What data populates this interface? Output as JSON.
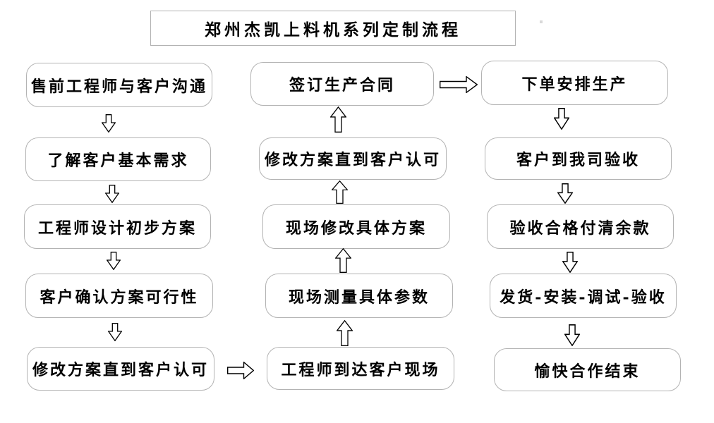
{
  "title": "郑州杰凯上料机系列定制流程",
  "flow": {
    "left_column": [
      "售前工程师与客户沟通",
      "了解客户基本需求",
      "工程师设计初步方案",
      "客户确认方案可行性",
      "修改方案直到客户认可"
    ],
    "middle_column": [
      "签订生产合同",
      "修改方案直到客户认可",
      "现场修改具体方案",
      "现场测量具体参数",
      "工程师到达客户现场"
    ],
    "right_column": [
      "下单安排生产",
      "客户到我司验收",
      "验收合格付清余款",
      "发货-安装-调试-验收",
      "愉快合作结束"
    ]
  },
  "arrows": {
    "left_column_direction": "down",
    "middle_column_direction": "up",
    "right_column_direction": "down",
    "left_to_middle": "right",
    "middle_to_right": "right"
  },
  "colors": {
    "background": "#ffffff",
    "box_border": "#b3b3b3",
    "arrow_outline": "#000000",
    "text": "#000000"
  }
}
